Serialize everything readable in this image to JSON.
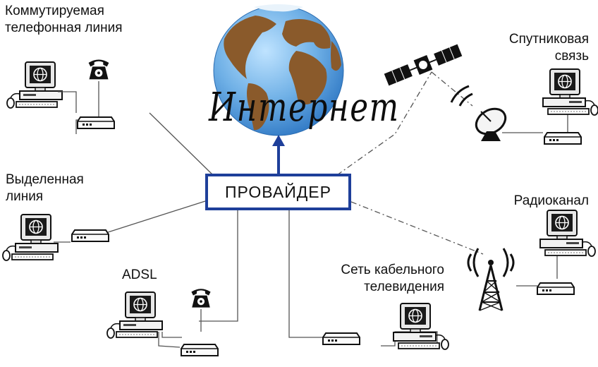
{
  "title": "Интернет",
  "center_node": {
    "label": "ПРОВАЙДЕР"
  },
  "connections": [
    {
      "id": "dialup",
      "label_lines": [
        "Коммутируемая",
        "телефонная линия"
      ],
      "line_style": "solid"
    },
    {
      "id": "dedicated",
      "label_lines": [
        "Выделенная",
        "линия"
      ],
      "line_style": "solid"
    },
    {
      "id": "adsl",
      "label_lines": [
        "ADSL"
      ],
      "line_style": "solid"
    },
    {
      "id": "cable",
      "label_lines": [
        "Сеть кабельного",
        "телевидения"
      ],
      "line_style": "solid"
    },
    {
      "id": "satellite",
      "label_lines": [
        "Спутниковая",
        "связь"
      ],
      "line_style": "dash-dot"
    },
    {
      "id": "radio",
      "label_lines": [
        "Радиоканал"
      ],
      "line_style": "dash-dot"
    }
  ],
  "icons": {
    "globe": "globe-icon",
    "computer": "computer-icon",
    "modem": "modem-icon",
    "telephone": "telephone-icon",
    "satellite": "satellite-icon",
    "dish": "satellite-dish-icon",
    "tower": "radio-tower-icon"
  },
  "colors": {
    "ocean": "#6fb0e6",
    "land": "#8a5a2b",
    "provider_border": "#1e3f9a",
    "arrow": "#1e3f9a",
    "line": "#555555"
  }
}
